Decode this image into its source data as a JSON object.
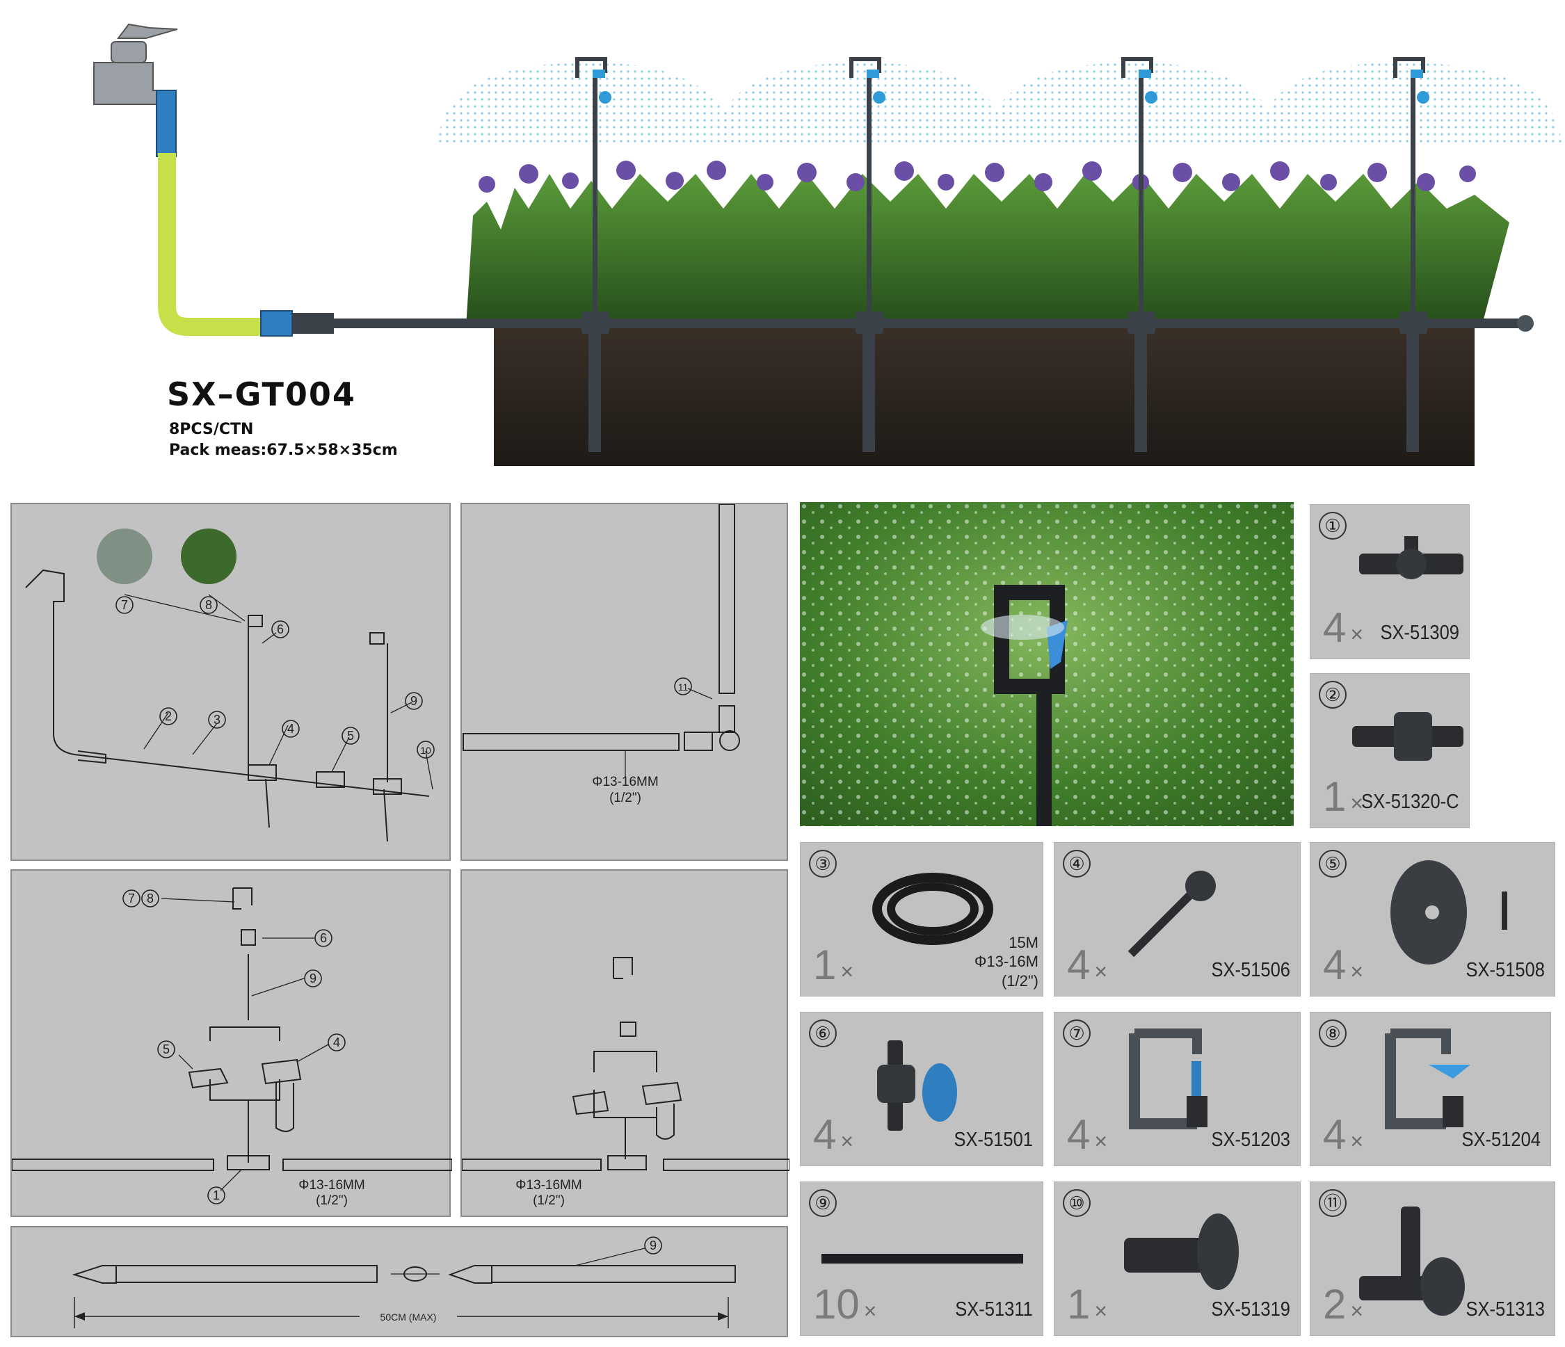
{
  "product": {
    "model": "SX–GT004",
    "pcs_per_carton": "8PCS/CTN",
    "pack_meas": "Pack meas:67.5×58×35cm"
  },
  "diagram_labels": {
    "pipe_size": "Φ13-16MM",
    "pipe_inch": "(1/2\")",
    "riser_length": "50CM (MAX)",
    "callouts": [
      "⑦",
      "⑧",
      "⑥",
      "②",
      "③",
      "④",
      "⑤",
      "⑨",
      "⑩",
      "⑪",
      "①"
    ]
  },
  "parts": [
    {
      "num": "①",
      "qty": "4",
      "x": "×",
      "code": "SX-51309"
    },
    {
      "num": "②",
      "qty": "1",
      "x": "×",
      "code": "SX-51320-C"
    },
    {
      "num": "③",
      "qty": "1",
      "x": "×",
      "code": "",
      "extra": [
        "15M",
        "Φ13-16M",
        "(1/2\")"
      ]
    },
    {
      "num": "④",
      "qty": "4",
      "x": "×",
      "code": "SX-51506"
    },
    {
      "num": "⑤",
      "qty": "4",
      "x": "×",
      "code": "SX-51508"
    },
    {
      "num": "⑥",
      "qty": "4",
      "x": "×",
      "code": "SX-51501"
    },
    {
      "num": "⑦",
      "qty": "4",
      "x": "×",
      "code": "SX-51203"
    },
    {
      "num": "⑧",
      "qty": "4",
      "x": "×",
      "code": "SX-51204"
    },
    {
      "num": "⑨",
      "qty": "10",
      "x": "×",
      "code": "SX-51311"
    },
    {
      "num": "⑩",
      "qty": "1",
      "x": "×",
      "code": "SX-51319"
    },
    {
      "num": "⑪",
      "qty": "2",
      "x": "×",
      "code": "SX-51313"
    }
  ],
  "colors": {
    "panel_bg": "#c2c2c2",
    "soil": "#2b241e",
    "grass": "#3f7d2a",
    "flower": "#6b4fa6",
    "spray": "#7fc6e8",
    "pipe": "#3a4148",
    "hose": "#c6e04a",
    "connector": "#2f7fc0"
  }
}
